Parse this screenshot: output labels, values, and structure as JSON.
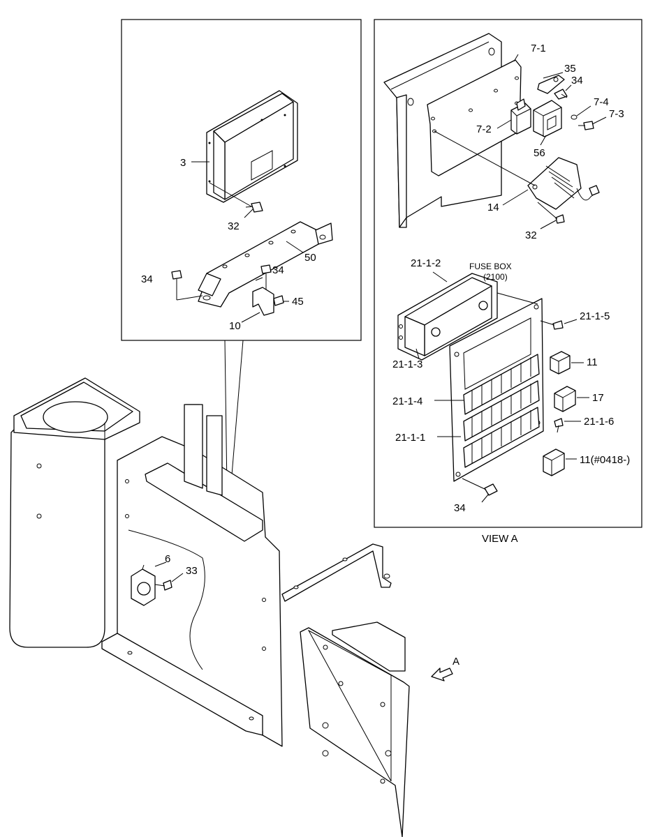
{
  "labels": {
    "l_3": "3",
    "l_32a": "32",
    "l_50": "50",
    "l_34a": "34",
    "l_34b": "34",
    "l_45": "45",
    "l_10": "10",
    "l_7_1": "7-1",
    "l_35": "35",
    "l_34c": "34",
    "l_7_4": "7-4",
    "l_7_3": "7-3",
    "l_7_2": "7-2",
    "l_56": "56",
    "l_14": "14",
    "l_32b": "32",
    "l_21_1_2": "21-1-2",
    "l_fuse_box": "FUSE BOX",
    "l_2100": "(2100)",
    "l_21_1_5": "21-1-5",
    "l_21_1_3": "21-1-3",
    "l_11a": "11",
    "l_21_1_4": "21-1-4",
    "l_17": "17",
    "l_21_1_6": "21-1-6",
    "l_21_1_1": "21-1-1",
    "l_11b": "11(#0418-)",
    "l_34d": "34",
    "l_view_a": "VIEW A",
    "l_6": "6",
    "l_33": "33",
    "l_a": "A"
  },
  "icons": {
    "view_arrow": "view-direction-arrow-icon"
  }
}
